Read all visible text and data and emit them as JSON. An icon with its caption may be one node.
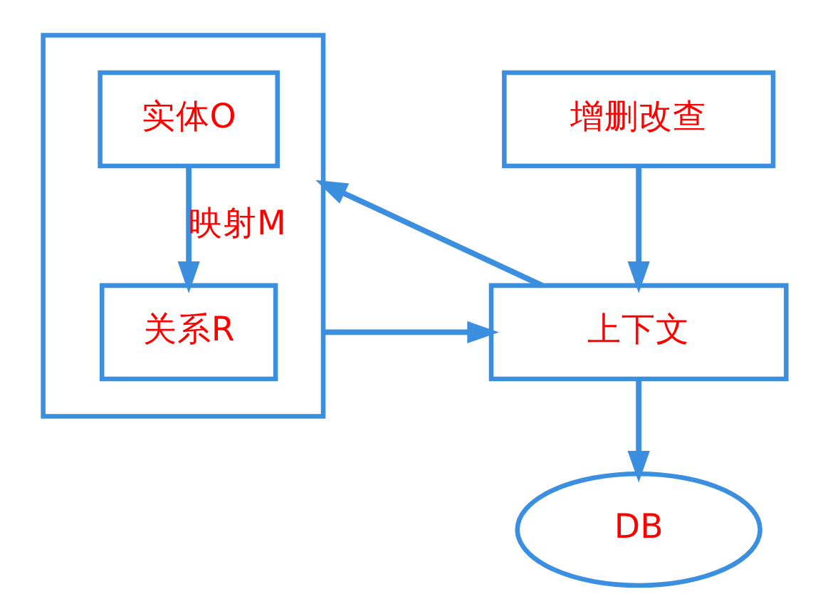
{
  "diagram": {
    "nodes": [
      {
        "text": [],
        "shape": "box"
      },
      {
        "text": [
          "实体O"
        ],
        "in": 0
      },
      {
        "text": [
          "关系R"
        ],
        "in": 0
      },
      {
        "text": [
          "增删改查"
        ]
      },
      {
        "text": [
          "上下文"
        ]
      },
      {
        "text": [
          "DB"
        ]
      }
    ],
    "edges": [
      {
        "from": 1,
        "to": 2,
        "arrow": "to",
        "label": "映射M"
      },
      {
        "from": 3,
        "to": 4,
        "arrow": "to"
      },
      {
        "from": 0,
        "to": 4,
        "arrow": "to"
      },
      {
        "from": 4,
        "to": 0,
        "arrow": "to"
      },
      {
        "from": 4,
        "to": 5,
        "arrow": "to"
      }
    ]
  }
}
